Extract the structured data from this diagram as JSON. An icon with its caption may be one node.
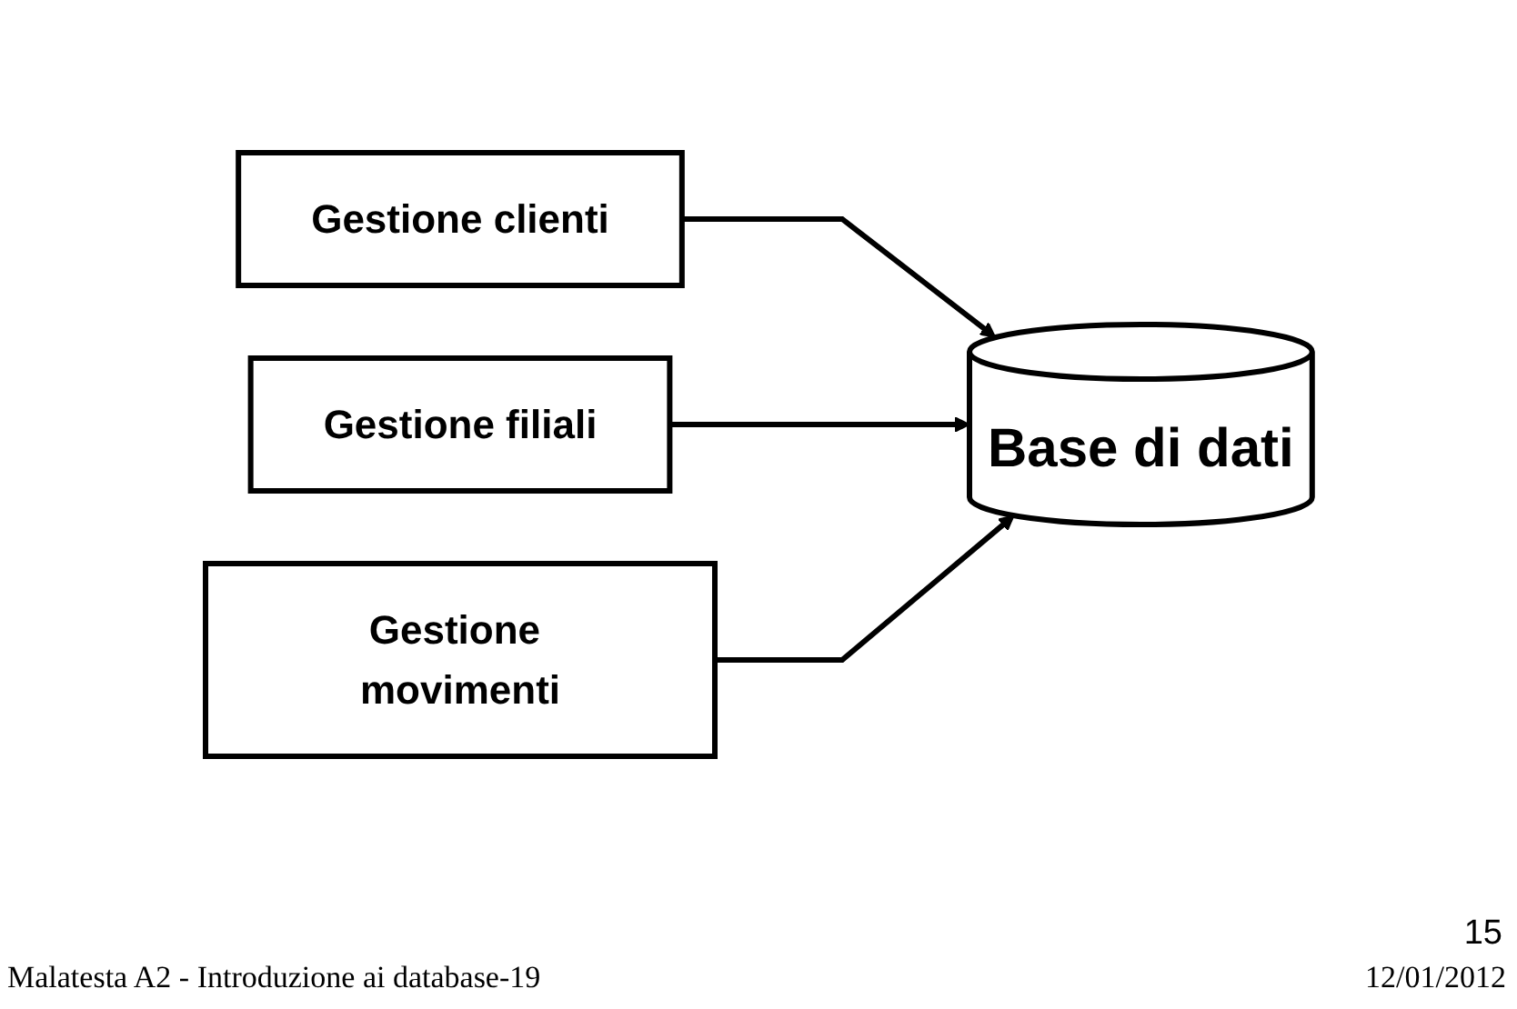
{
  "diagram": {
    "nodes": [
      {
        "text": [
          "Gestione clienti"
        ]
      },
      {
        "text": [
          "Gestione filiali"
        ]
      },
      {
        "text": [
          "Gestione movimenti"
        ]
      },
      {
        "text": [
          "Base di dati"
        ]
      }
    ],
    "edges": [
      {
        "from": 0,
        "to": 3,
        "arrow": "to"
      },
      {
        "from": 1,
        "to": 3,
        "arrow": "to"
      },
      {
        "from": 2,
        "to": 3,
        "arrow": "to"
      }
    ],
    "labels": [
      "Malatesta A2 - Introduzione ai database-19",
      "15",
      "12/01/2012"
    ]
  }
}
